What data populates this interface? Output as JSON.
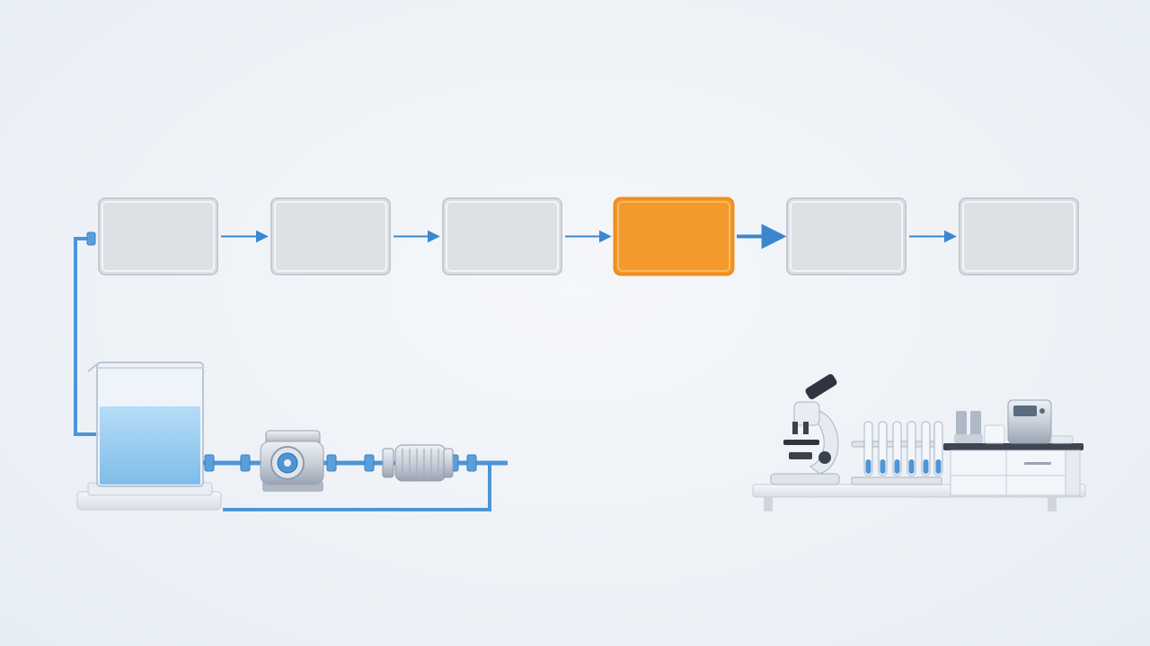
{
  "diagram": {
    "steps": [
      {
        "id": "step-1",
        "label": "",
        "state": "inactive"
      },
      {
        "id": "step-2",
        "label": "",
        "state": "inactive"
      },
      {
        "id": "step-3",
        "label": "",
        "state": "inactive"
      },
      {
        "id": "step-4",
        "label": "",
        "state": "active"
      },
      {
        "id": "step-5",
        "label": "",
        "state": "inactive"
      },
      {
        "id": "step-6",
        "label": "",
        "state": "inactive"
      }
    ],
    "illustrations": [
      {
        "name": "water-tank-illustration"
      },
      {
        "name": "pump-illustration"
      },
      {
        "name": "filter-cartridge-illustration"
      },
      {
        "name": "microscope-illustration"
      },
      {
        "name": "test-tube-rack-illustration"
      },
      {
        "name": "lab-bench-illustration"
      },
      {
        "name": "lab-analyzer-illustration"
      }
    ],
    "colors": {
      "active": "#f39a2b",
      "active_border": "#f28c1e",
      "inactive": "#dde1e6",
      "inactive_border": "#c4cad2",
      "arrow": "#3b87cf",
      "pipe": "#4d95d6",
      "water": "#8ec8f0"
    }
  }
}
